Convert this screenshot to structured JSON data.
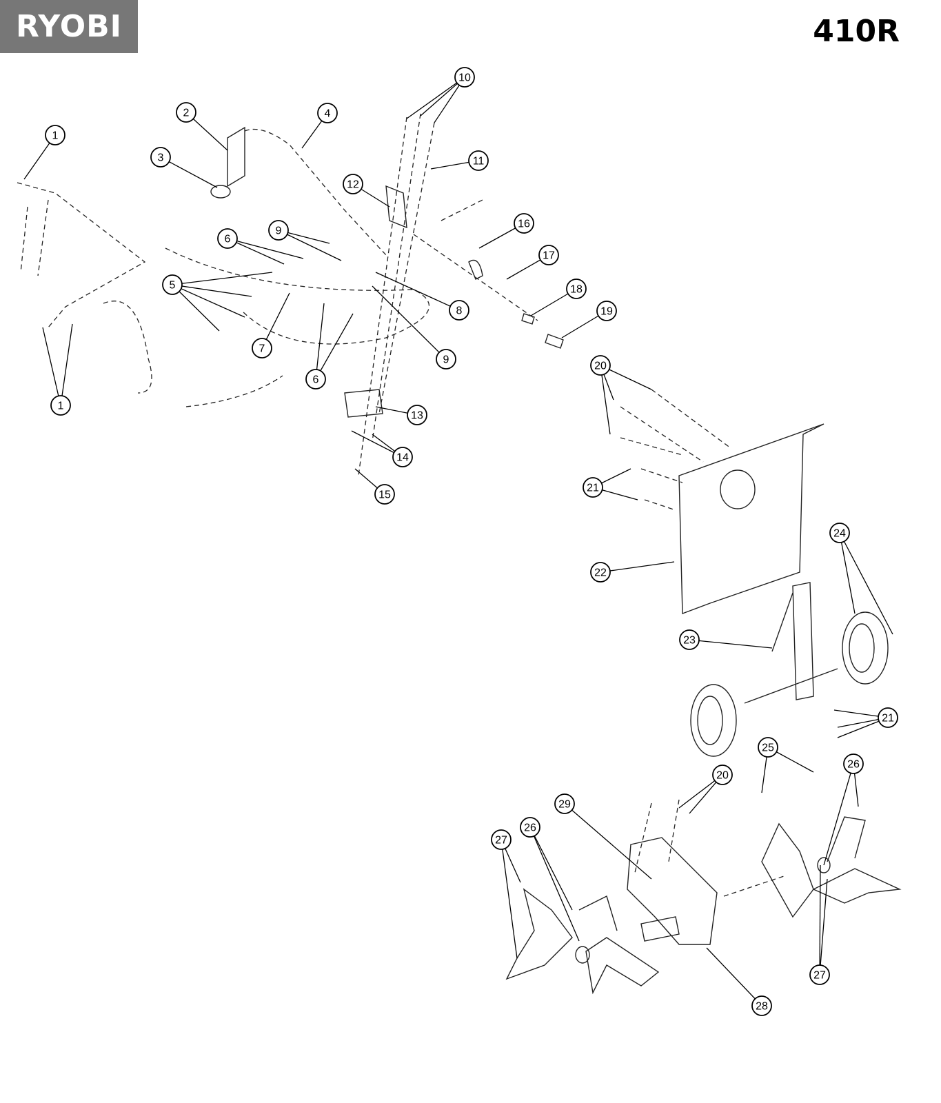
{
  "header": {
    "brand": "RYOBI",
    "model": "410R"
  },
  "callouts": [
    "1",
    "2",
    "4",
    "3",
    "10",
    "11",
    "12",
    "16",
    "17",
    "18",
    "19",
    "9",
    "6",
    "5",
    "8",
    "9",
    "7",
    "6",
    "1",
    "13",
    "14",
    "15",
    "20",
    "21",
    "22",
    "24",
    "23",
    "21",
    "25",
    "26",
    "20",
    "29",
    "27",
    "26",
    "28",
    "27"
  ]
}
